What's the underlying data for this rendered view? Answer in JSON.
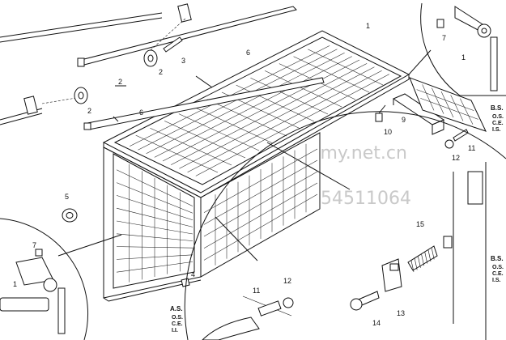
{
  "callouts": {
    "c1_top": "1",
    "c2_mid": "2",
    "c2_shaft": "2",
    "c2_boxed": "2",
    "c3": "3",
    "c4": "4",
    "c5": "5",
    "c6_top": "6",
    "c6_left": "6",
    "c7_right": "7",
    "c1_right": "1",
    "c9": "9",
    "c10": "10",
    "c11_right": "11",
    "c12_right": "12",
    "c7_left": "7",
    "c1_left": "1",
    "c11_bottom": "11",
    "c12_bottom": "12",
    "c13": "13",
    "c14": "14",
    "c15": "15"
  },
  "variant_codes": {
    "bs_top": {
      "head": "B.S.",
      "lines": [
        "O.S.",
        "C.E.",
        "I.S."
      ]
    },
    "bs_bottom": {
      "head": "B.S.",
      "lines": [
        "O.S.",
        "C.E.",
        "I.S."
      ]
    },
    "as_bottom": {
      "head": "A.S.",
      "lines": [
        "O.S.",
        "C.E.",
        "I.I."
      ]
    }
  },
  "watermark": {
    "site": "kemy.net.cn",
    "qq": "QQ:454511064"
  }
}
